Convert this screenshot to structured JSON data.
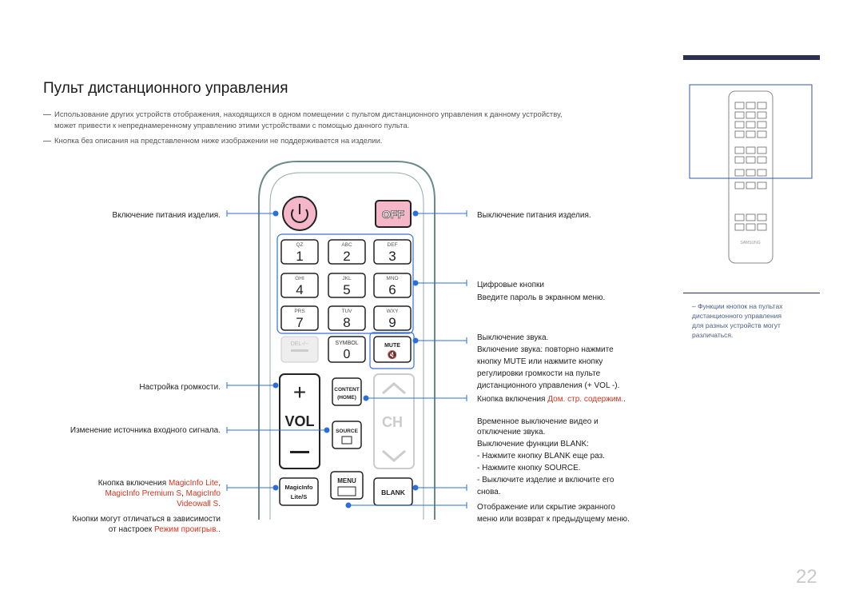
{
  "page": {
    "title": "Пульт дистанционного управления",
    "page_number": "22",
    "notes": [
      "Использование других устройств отображения, находящихся в одном помещении с пультом дистанционного управления к данному устройству,",
      "может привести к непреднамеренному управлению этими устройствами с помощью данного пульта.",
      "Кнопка без описания на представленном ниже изображении не поддерживается на изделии."
    ],
    "side_note": [
      "Функции кнопок на пультах",
      "дистанционного управления",
      "для разных устройств могут",
      "различаться."
    ]
  },
  "left_labels": {
    "power_on": "Включение питания изделия.",
    "volume": "Настройка громкости.",
    "source": "Изменение источника входного сигнала.",
    "magicinfo_prefix": "Кнопка включения ",
    "magicinfo_lite": "MagicInfo Lite",
    "magicinfo_comma": ",",
    "magicinfo_premium": "MagicInfo Premium S",
    "magicinfo_sep": ", ",
    "magicinfo_line2b": "MagicInfo",
    "videowall": "Videowall S",
    "dot": ".",
    "may_differ": "Кнопки могут отличаться в зависимости",
    "from_settings": "от настроек ",
    "play_mode": "Режим проигрыв.",
    "dot2": "."
  },
  "right_labels": {
    "power_off": "Выключение питания изделия.",
    "digits": "Цифровые кнопки",
    "password": "Введите пароль в экранном меню.",
    "mute1": "Выключение звука.",
    "mute2": "Включение звука: повторно нажмите",
    "mute3": "кнопку MUTE или нажмите кнопку",
    "mute4": "регулировки громкости на пульте",
    "mute5": "дистанционного управления (+ VOL -).",
    "home_prefix": "Кнопка включения ",
    "home_link": "Дом. стр. содержим.",
    "home_suffix": ".",
    "blank1": "Временное выключение видео и",
    "blank2": "отключение звука.",
    "blank3": "Выключение функции BLANK:",
    "blank4": "- Нажмите кнопку BLANK еще раз.",
    "blank5": "- Нажмите кнопку SOURCE.",
    "blank6": "- Выключите изделие и включите его",
    "blank7": "снова.",
    "menu1": "Отображение или скрытие экранного",
    "menu2": "меню или возврат к предыдущему меню."
  },
  "remote": {
    "off": "OFF",
    "keys": [
      {
        "letters": "QZ",
        "digit": "1"
      },
      {
        "letters": "ABC",
        "digit": "2"
      },
      {
        "letters": "DEF",
        "digit": "3"
      },
      {
        "letters": "GHI",
        "digit": "4"
      },
      {
        "letters": "JKL",
        "digit": "5"
      },
      {
        "letters": "MNO",
        "digit": "6"
      },
      {
        "letters": "PRS",
        "digit": "7"
      },
      {
        "letters": "TUV",
        "digit": "8"
      },
      {
        "letters": "WXY",
        "digit": "9"
      }
    ],
    "del": "DEL-/--",
    "symbol": "SYMBOL",
    "zero": "0",
    "mute": "MUTE",
    "vol": "VOL",
    "content": "CONTENT",
    "home": "(HOME)",
    "source": "SOURCE",
    "ch": "CH",
    "magicinfo": "MagicInfo",
    "lite_s": "Lite/S",
    "menu": "MENU",
    "blank": "BLANK",
    "brand": "SAMSUNG"
  },
  "colors": {
    "accent": "#2b3050",
    "link_red": "#d6331e",
    "callout_blue": "#2a6fdb",
    "side_blue": "#3355aa",
    "power_pink": "#f4b6c8",
    "key_border": "#222222"
  }
}
